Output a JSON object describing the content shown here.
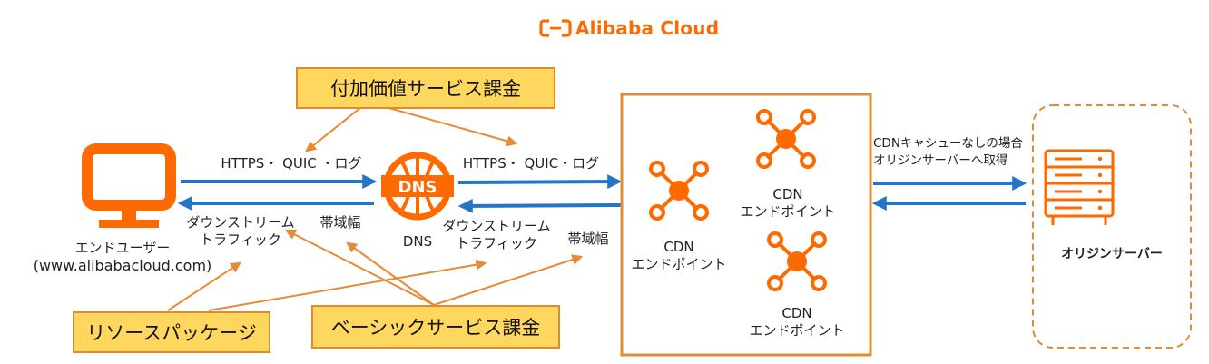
{
  "brand": {
    "name": "Alibaba Cloud",
    "color": "#ff6a00"
  },
  "colors": {
    "orange": "#ff6a00",
    "arrow_blue": "#2475c6",
    "pointer_orange": "#e58a35",
    "label_fill": "#ffd75e"
  },
  "nodes": {
    "end_user": {
      "label": "エンドユーザー",
      "sublabel": "(www.alibabacloud.com)",
      "icon": "monitor-icon"
    },
    "dns": {
      "label": "DNS",
      "icon_text": "DNS"
    },
    "cdn_cluster": {
      "nodes": [
        {
          "line1": "CDN",
          "line2": "エンドポイント"
        },
        {
          "line1": "CDN",
          "line2": "エンドポイント"
        },
        {
          "line1": "CDN",
          "line2": "エンドポイント"
        }
      ]
    },
    "origin": {
      "label": "オリジンサーバー",
      "icon": "server-rack-icon"
    }
  },
  "flows": {
    "user_to_dns": "HTTPS・ QUIC ・ログ",
    "dns_to_cdn": "HTTPS・ QUIC・ログ",
    "down_traffic_1": {
      "line1": "ダウンストリーム",
      "line2": "トラフィック"
    },
    "bandwidth_1": "帯域幅",
    "down_traffic_2": {
      "line1": "ダウンストリーム",
      "line2": "トラフィック"
    },
    "bandwidth_2": "帯域幅",
    "origin_fetch": {
      "line1": "CDNキャシューなしの場合",
      "line2": "オリジンサーバーへ取得"
    }
  },
  "billing": {
    "value_added": "付加価値サービス課金",
    "resource_package": "リソースパッケージ",
    "basic": "ベーシックサービス課金"
  }
}
